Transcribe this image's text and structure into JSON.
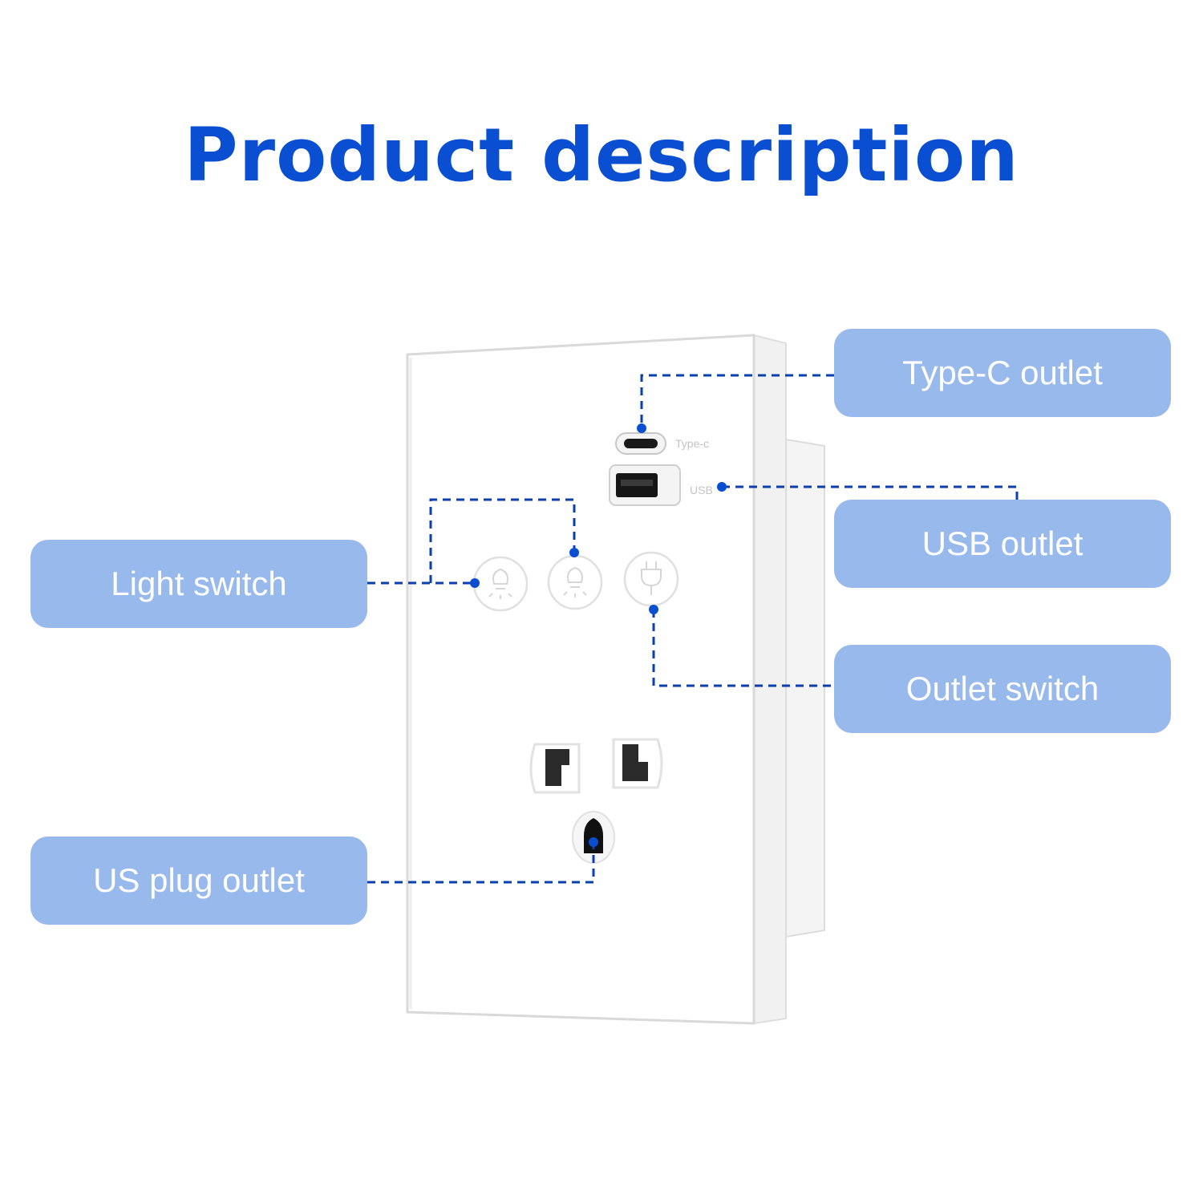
{
  "title": "Product description",
  "labels": {
    "type_c_outlet": "Type-C outlet",
    "usb_outlet": "USB outlet",
    "outlet_switch": "Outlet switch",
    "light_switch": "Light switch",
    "us_plug_outlet": "US plug outlet"
  },
  "panel_text": {
    "type_c": "Type-c",
    "usb": "USB"
  },
  "colors": {
    "title": "#0a4fd2",
    "label_bg": "#98b9ec",
    "leader_line": "#0a3fb0"
  }
}
